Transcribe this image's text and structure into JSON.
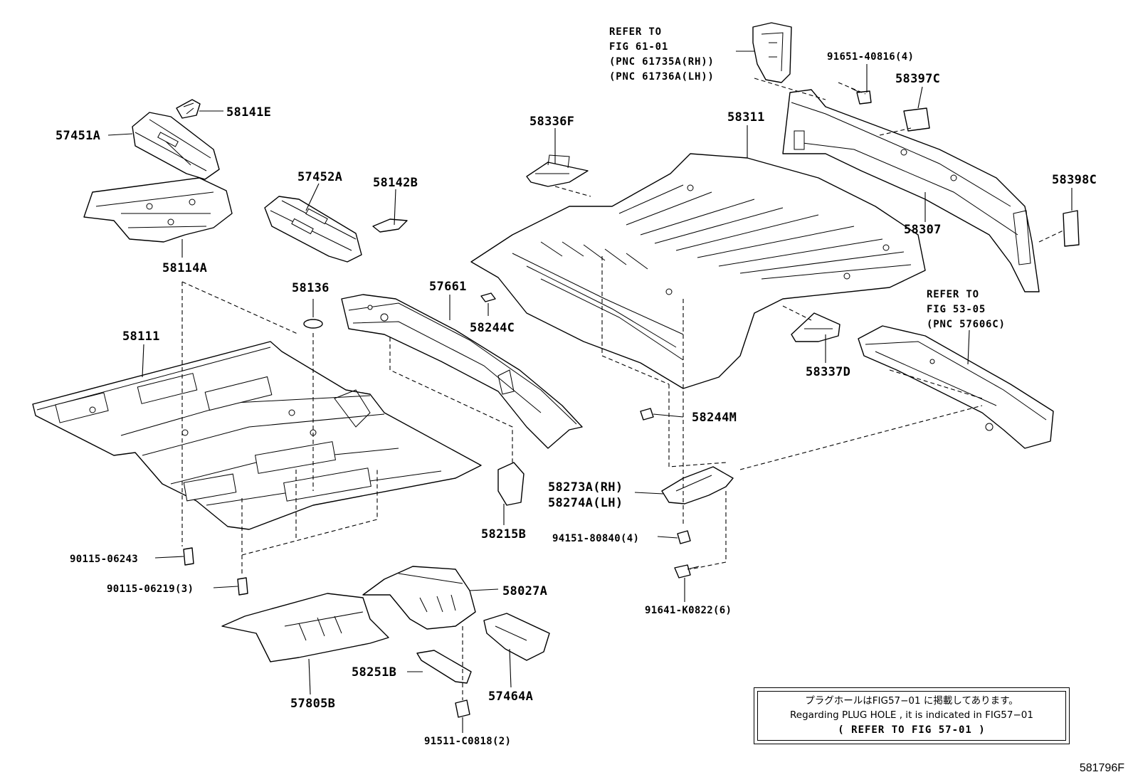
{
  "labels": {
    "p57451A": "57451A",
    "p58141E": "58141E",
    "p58114A": "58114A",
    "p57452A": "57452A",
    "p58142B": "58142B",
    "p58136": "58136",
    "p58111": "58111",
    "p57661": "57661",
    "p58244C": "58244C",
    "p58336F": "58336F",
    "p58311": "58311",
    "p91651": "91651-40816(4)",
    "p58397C": "58397C",
    "p58398C": "58398C",
    "p58307": "58307",
    "p58337D": "58337D",
    "p58244M": "58244M",
    "p58273A": "58273A(RH)",
    "p58274A": "58274A(LH)",
    "p94151": "94151-80840(4)",
    "p91641": "91641-K0822(6)",
    "p58215B": "58215B",
    "p90115a": "90115-06243",
    "p90115b": "90115-06219(3)",
    "p58027A": "58027A",
    "p58251B": "58251B",
    "p57464A": "57464A",
    "p57805B": "57805B",
    "p91511": "91511-C0818(2)"
  },
  "refs": {
    "ref1_line1": "REFER TO",
    "ref1_line2": "FIG 61-01",
    "ref1_line3": "(PNC 61735A(RH))",
    "ref1_line4": "(PNC 61736A(LH))",
    "ref2_line1": "REFER TO",
    "ref2_line2": "FIG 53-05",
    "ref2_line3": "(PNC 57606C)"
  },
  "note": {
    "line1": "プラグホールはFIG57−01 に掲載してあります。",
    "line2": "Regarding PLUG HOLE , it is indicated in FIG57−01",
    "line3": "( REFER TO FIG 57-01 )"
  },
  "figure_code": "581796F"
}
